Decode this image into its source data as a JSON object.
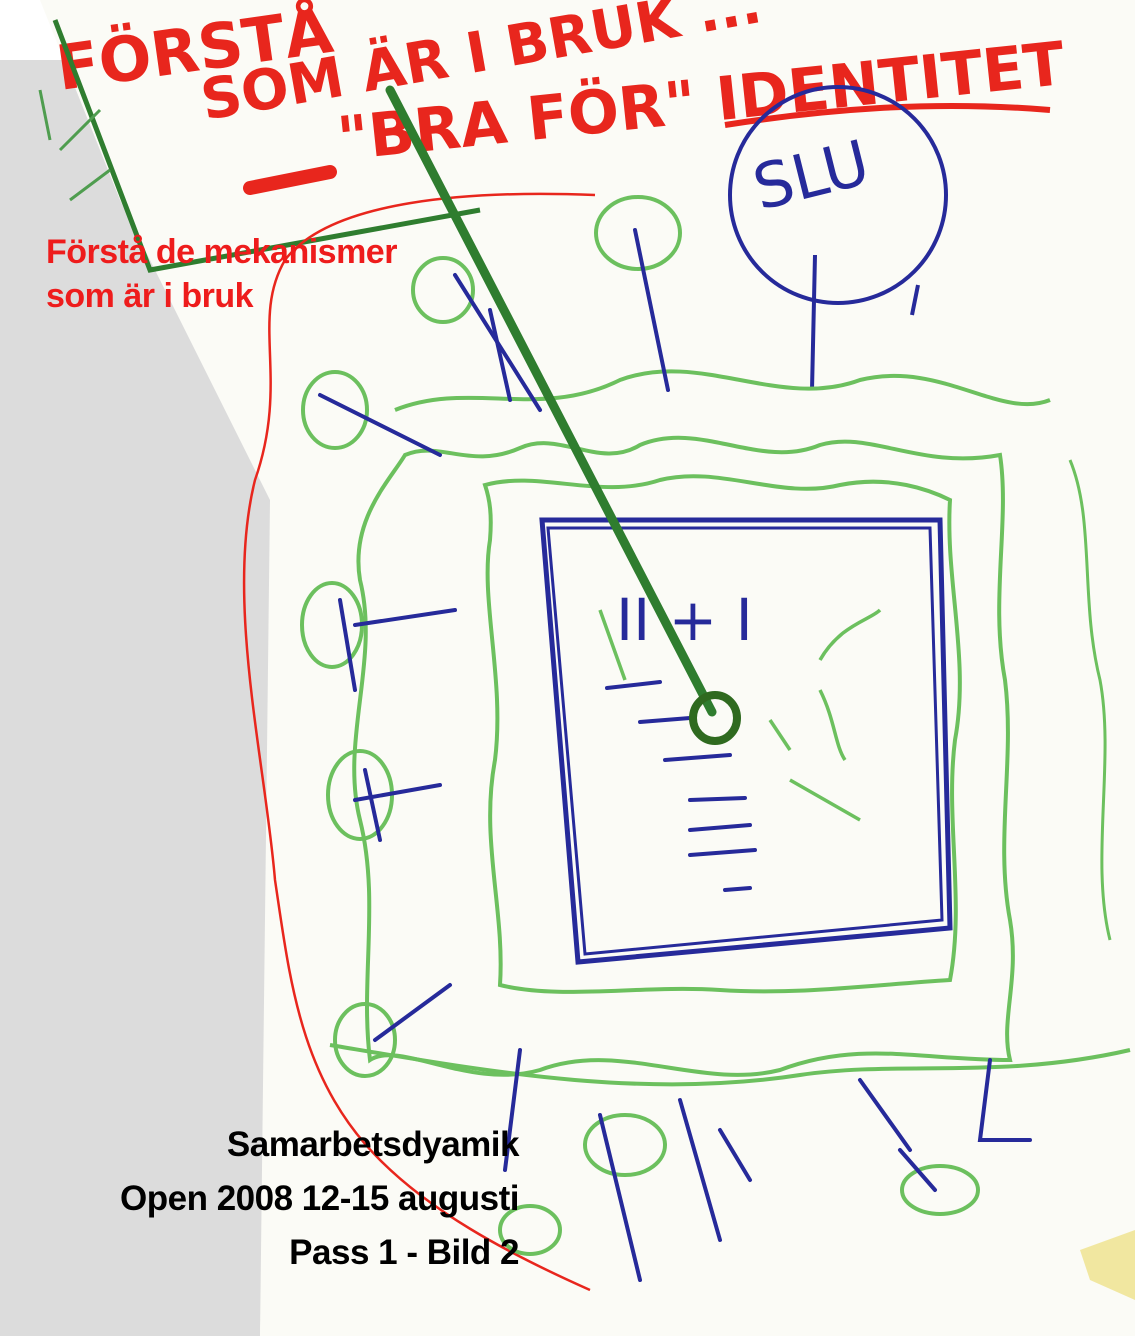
{
  "slide": {
    "top_caption": [
      "Förstå de mekanismer",
      "som är i bruk"
    ],
    "bottom_caption": [
      "Samarbetsdyamik",
      "Open 2008 12-15 augusti",
      "Pass 1 - Bild 2"
    ]
  },
  "flipchart": {
    "handwriting": {
      "line1": "FÖRSTÅ",
      "line2": "SOM ÄR I BRUK ...",
      "line3": "\"BRA FÖR\" IDENTITET",
      "circle_label": "SLU",
      "center_label": "II + I"
    }
  },
  "colors": {
    "marker_red": "#e8261d",
    "marker_blue": "#262a9a",
    "marker_green": "#6cc05e",
    "pointer_green": "#2f7d2f",
    "caption_red": "#ee1c1c",
    "paper": "#fbfbf6",
    "wall_shadow": "#d8d8d8"
  }
}
